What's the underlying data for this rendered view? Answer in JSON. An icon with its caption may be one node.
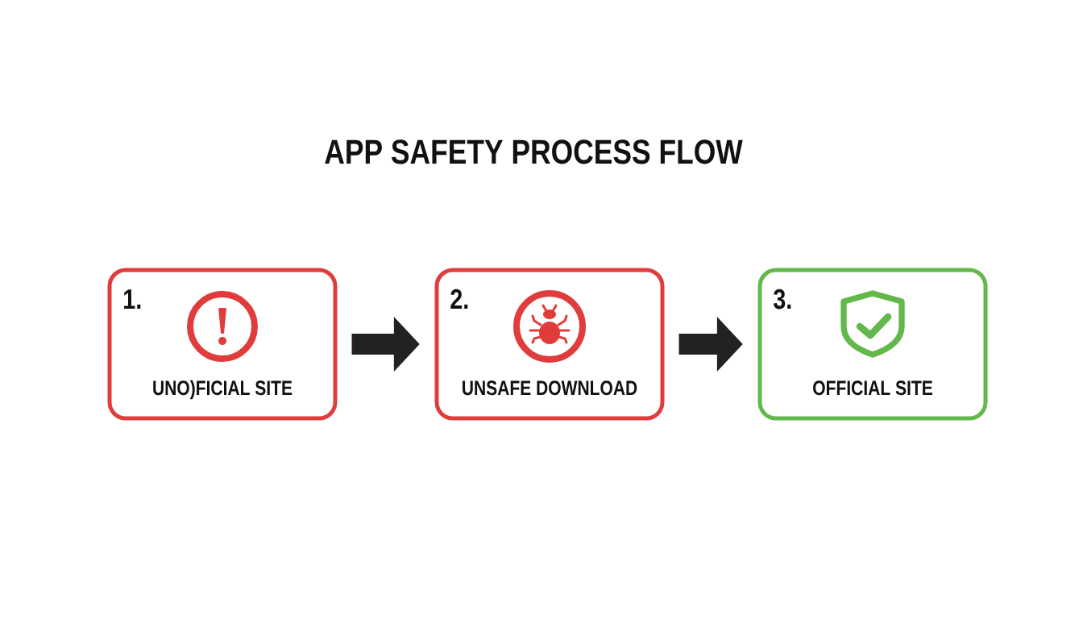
{
  "diagram": {
    "title": "APP SAFETY PROCESS FLOW",
    "nodes": [
      {
        "text": [
          "1.",
          "UNO)FICIAL SITE"
        ]
      },
      {
        "text": [
          "2.",
          "UNSAFE DOWNLOAD"
        ]
      },
      {
        "text": [
          "3.",
          "OFFICIAL SITE"
        ]
      }
    ],
    "edges": [
      {
        "from": 0,
        "to": 1,
        "arrow": "to"
      },
      {
        "from": 1,
        "to": 2,
        "arrow": "to"
      }
    ]
  }
}
